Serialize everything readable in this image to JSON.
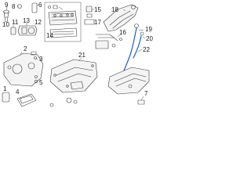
{
  "callouts": {
    "c1": "1",
    "c2": "2",
    "c3": "3",
    "c4": "4",
    "c5": "5",
    "c6": "6",
    "c7": "7",
    "c8": "8",
    "c9": "9",
    "c10": "10",
    "c11": "11",
    "c12": "12",
    "c13": "13",
    "c14": "14",
    "c15": "15",
    "c16": "16",
    "c17": "17",
    "c18": "18",
    "c19": "19",
    "c20": "20",
    "c21": "21",
    "c22": "22"
  },
  "colors": {
    "highlight": "#1f5fbf",
    "line": "#3a3a3a",
    "background": "#ffffff"
  }
}
